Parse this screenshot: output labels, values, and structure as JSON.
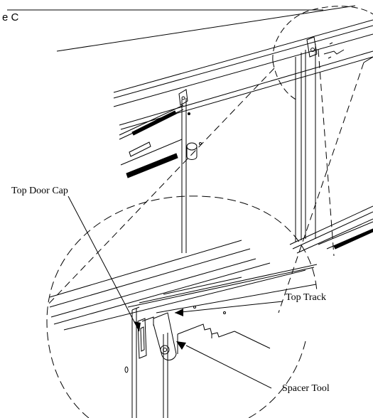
{
  "figure": {
    "caption_fragment": "e C"
  },
  "labels": {
    "top_door_cap": "Top Door Cap",
    "top_track": "Top Track",
    "spacer_tool": "Spacer Tool"
  }
}
